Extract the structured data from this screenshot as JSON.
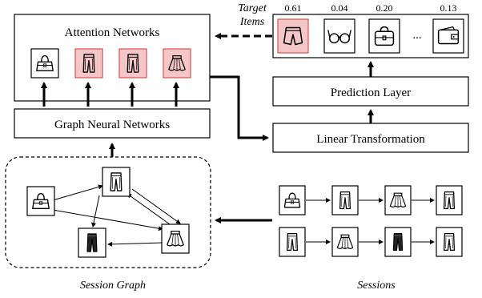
{
  "boxes": {
    "attention": "Attention Networks",
    "gnn": "Graph Neural Networks",
    "prediction": "Prediction Layer",
    "linear": "Linear Transformation"
  },
  "target": {
    "label_line1": "Target",
    "label_line2": "Items",
    "ellipsis": "...",
    "items": [
      {
        "icon": "shorts-icon",
        "score": "0.61",
        "highlighted": true
      },
      {
        "icon": "glasses-icon",
        "score": "0.04",
        "highlighted": false
      },
      {
        "icon": "handbag-icon",
        "score": "0.20",
        "highlighted": false
      },
      {
        "icon": "wallet-icon",
        "score": "0.13",
        "highlighted": false
      }
    ]
  },
  "attention_items": [
    {
      "icon": "handbag-icon",
      "highlighted": false
    },
    {
      "icon": "pants-icon",
      "highlighted": true
    },
    {
      "icon": "pants-icon",
      "highlighted": true
    },
    {
      "icon": "skirt-icon",
      "highlighted": true
    }
  ],
  "session_graph": {
    "caption": "Session Graph",
    "nodes": [
      "handbag-icon",
      "pants-icon",
      "pants-icon",
      "skirt-icon"
    ]
  },
  "sessions": {
    "caption": "Sessions",
    "rows": [
      [
        "handbag-icon",
        "pants-icon",
        "skirt-icon",
        "pants-icon"
      ],
      [
        "pants-icon",
        "skirt-icon",
        "pants-icon",
        "pants-icon"
      ]
    ]
  },
  "colors": {
    "highlight_fill": "#f4c6c8",
    "highlight_stroke": "#d9534f",
    "line": "#000000"
  }
}
